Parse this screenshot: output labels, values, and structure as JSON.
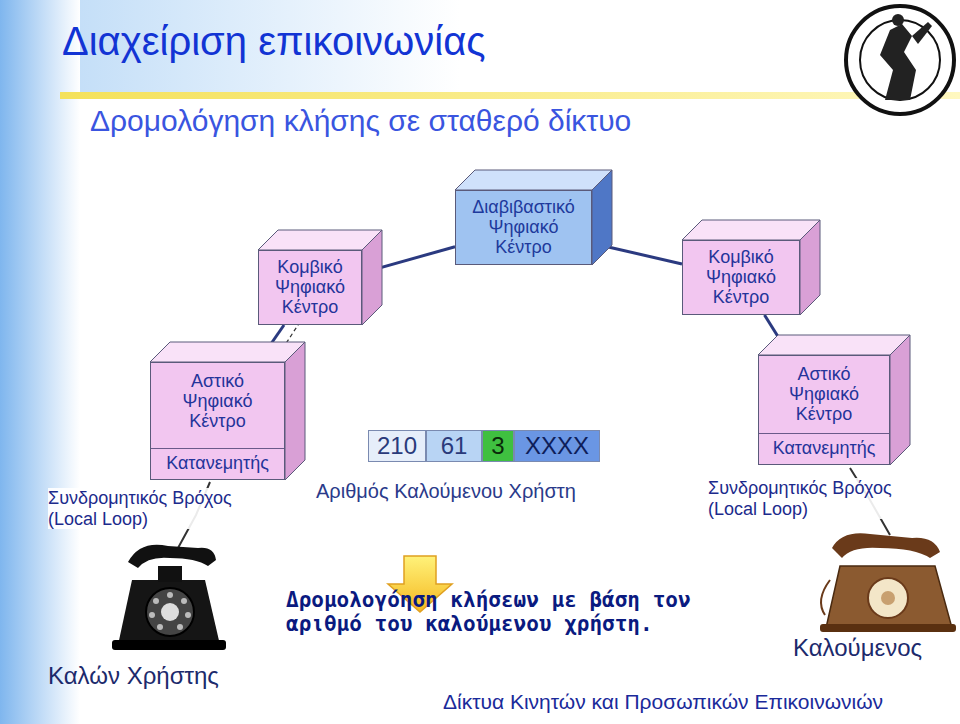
{
  "diagram": {
    "title": "Διαχείριση επικοινωνίας",
    "caption": "Δίκτυα Κινητών και Προσωπικών Επικοινωνιών",
    "nodes": [
      {
        "text": [
          "Κομβικό Ψηφιακό Κέντρο"
        ]
      },
      {
        "text": [
          "Διαβιβαστικό Ψηφιακό Κέντρο"
        ]
      },
      {
        "text": [
          "Κομβικό Ψηφιακό Κέντρο"
        ]
      },
      {
        "text": [
          "Αστικό Ψηφιακό Κέντρο",
          "Κατανεμητής"
        ]
      },
      {
        "text": [
          "210"
        ]
      },
      {
        "text": [
          "61"
        ]
      },
      {
        "text": [
          "3"
        ]
      },
      {
        "text": [
          "XXXX"
        ]
      },
      {
        "text": [
          "Αστικό Ψηφιακό Κέντρο",
          "Κατανεμητής"
        ]
      }
    ],
    "edges": [
      {
        "from": 3,
        "to": 0,
        "arrow": "none"
      },
      {
        "from": 0,
        "to": 1,
        "arrow": "none"
      },
      {
        "from": 1,
        "to": 2,
        "arrow": "none"
      },
      {
        "from": 2,
        "to": 8,
        "arrow": "none"
      }
    ],
    "labels": [
      "Δρομολόγηση κλήσης σε σταθερό δίκτυο",
      "Συνδρομητικός Βρόχος (Local Loop)",
      "Αριθμός Καλούμενου Χρήστη",
      "Συνδρομητικός Βρόχος (Local Loop)",
      "Δρομολογόηση κλήσεων με βάση τον αριθμό του καλούμενου χρήστη.",
      "Καλών Χρήστης",
      "Καλούμενος"
    ]
  }
}
